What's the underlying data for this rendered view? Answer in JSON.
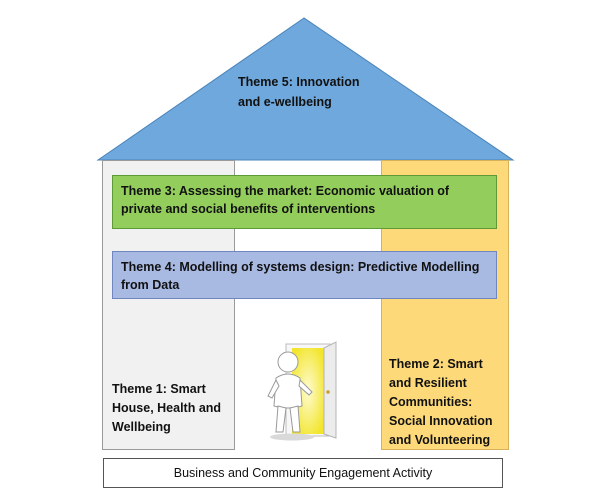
{
  "roof": {
    "label": "Theme 5: Innovation and e-wellbeing",
    "line1": "Theme 5: Innovation",
    "line2": "and e-wellbeing",
    "color": "#6fa8dc"
  },
  "bands": [
    {
      "label": "Theme 3: Assessing the market: Economic valuation of private and social benefits of interventions",
      "color": "#93cd5c"
    },
    {
      "label": "Theme 4: Modelling of systems design: Predictive Modelling from Data",
      "color": "#a8b9e2"
    }
  ],
  "pillars": {
    "left": {
      "label": "Theme 1: Smart House, Health and Wellbeing",
      "color": "#f1f1f1"
    },
    "right": {
      "label": "Theme 2: Smart and Resilient Communities: Social Innovation and Volunteering",
      "color": "#fdd979"
    }
  },
  "foundation": {
    "label": "Business and Community Engagement Activity"
  },
  "illustration": {
    "icon": "person-at-door-icon",
    "door_light_color": "#f7ef3a"
  }
}
